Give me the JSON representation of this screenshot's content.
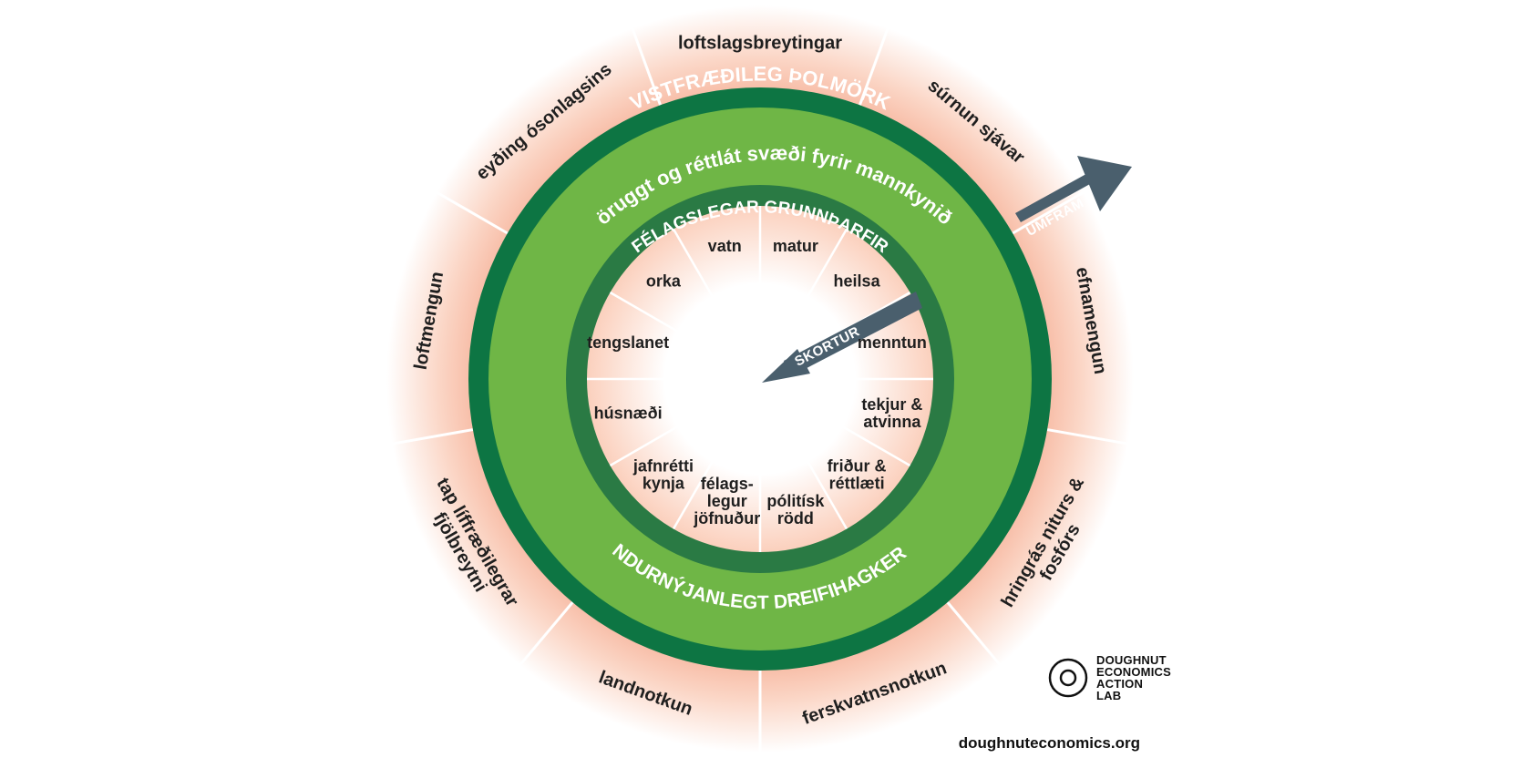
{
  "outer_ring_title": "VISTFRÆÐILEG ÞOLMÖRK",
  "middle_ring_title": "öruggt og réttlát svæði fyrir mannkynið",
  "inner_ring_title": "FÉLAGSLEGAR GRUNNÞARFIR",
  "bottom_ring_title": "ENDURNÝJANLEGT DREIFIHAGKERFI",
  "overshoot_label": "UMFRAM",
  "shortfall_label": "SKORTUR",
  "ecological_ceiling": [
    [
      "loftslagsbreytingar"
    ],
    [
      "súrnun sjávar"
    ],
    [
      "efnamengun"
    ],
    [
      "hringrás niturs &",
      "fosfórs"
    ],
    [
      "ferskvatnsnotkun"
    ],
    [
      "landnotkun"
    ],
    [
      "tap líffræðilegrar",
      "fjölbreytni"
    ],
    [
      "loftmengun"
    ],
    [
      "eyðing ósonlagsins"
    ]
  ],
  "social_foundation": [
    [
      "matur"
    ],
    [
      "heilsa"
    ],
    [
      "menntun"
    ],
    [
      "tekjur &",
      "atvinna"
    ],
    [
      "friður &",
      "réttlæti"
    ],
    [
      "pólitísk",
      "rödd"
    ],
    [
      "félags-",
      "legur",
      "jöfnuður"
    ],
    [
      "jafnrétti",
      "kynja"
    ],
    [
      "húsnæði"
    ],
    [
      "tengslanet"
    ],
    [
      "orka"
    ],
    [
      "vatn"
    ]
  ],
  "logo_text": "DOUGHNUT\nECONOMICS\nACTION\nLAB",
  "website": "doughnuteconomics.org",
  "colors": {
    "dark_green": "#0d7543",
    "light_green": "#6fb646",
    "mid_green": "#2a7a44",
    "arrow": "#4a5f6d",
    "halo": "#f5a98e"
  }
}
